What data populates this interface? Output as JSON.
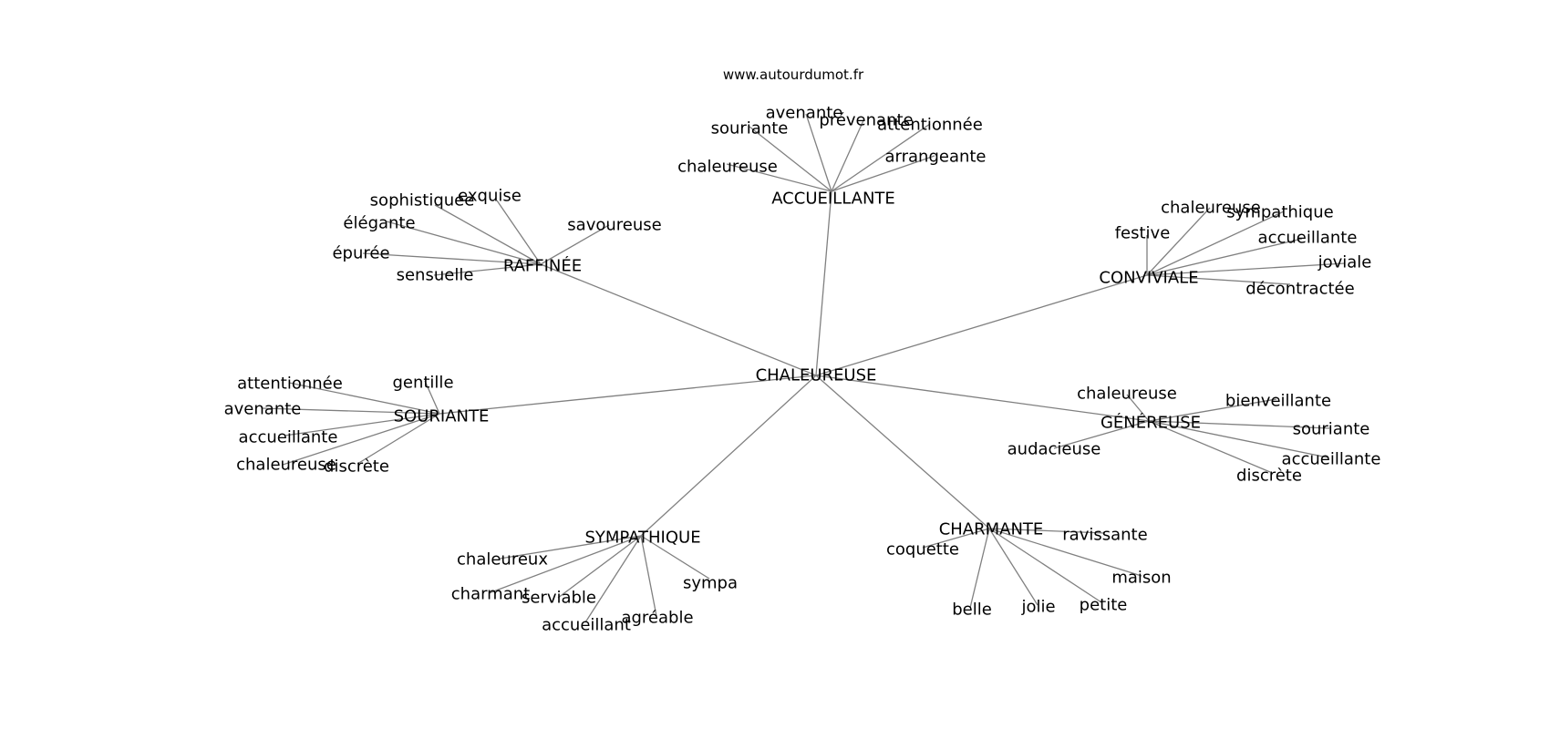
{
  "source": "www.autourdumot.fr",
  "graph": {
    "center": "CHALEUREUSE",
    "clusters": [
      {
        "hub": "ACCUEILLANTE",
        "leaves": [
          "avenante",
          "souriante",
          "prévenante",
          "attentionnée",
          "chaleureuse",
          "arrangeante"
        ]
      },
      {
        "hub": "RAFFINÉE",
        "leaves": [
          "exquise",
          "sophistiquée",
          "élégante",
          "savoureuse",
          "épurée",
          "sensuelle"
        ]
      },
      {
        "hub": "CONVIVIALE",
        "leaves": [
          "chaleureuse",
          "sympathique",
          "festive",
          "accueillante",
          "joviale",
          "décontractée"
        ]
      },
      {
        "hub": "SOURIANTE",
        "leaves": [
          "attentionnée",
          "gentille",
          "avenante",
          "accueillante",
          "chaleureuse",
          "discrète"
        ]
      },
      {
        "hub": "GÉNÉREUSE",
        "leaves": [
          "chaleureuse",
          "bienveillante",
          "souriante",
          "audacieuse",
          "accueillante",
          "discrète"
        ]
      },
      {
        "hub": "SYMPATHIQUE",
        "leaves": [
          "chaleureux",
          "sympa",
          "charmant",
          "serviable",
          "accueillant",
          "agréable"
        ]
      },
      {
        "hub": "CHARMANTE",
        "leaves": [
          "coquette",
          "ravissante",
          "maison",
          "belle",
          "jolie",
          "petite"
        ]
      }
    ]
  }
}
